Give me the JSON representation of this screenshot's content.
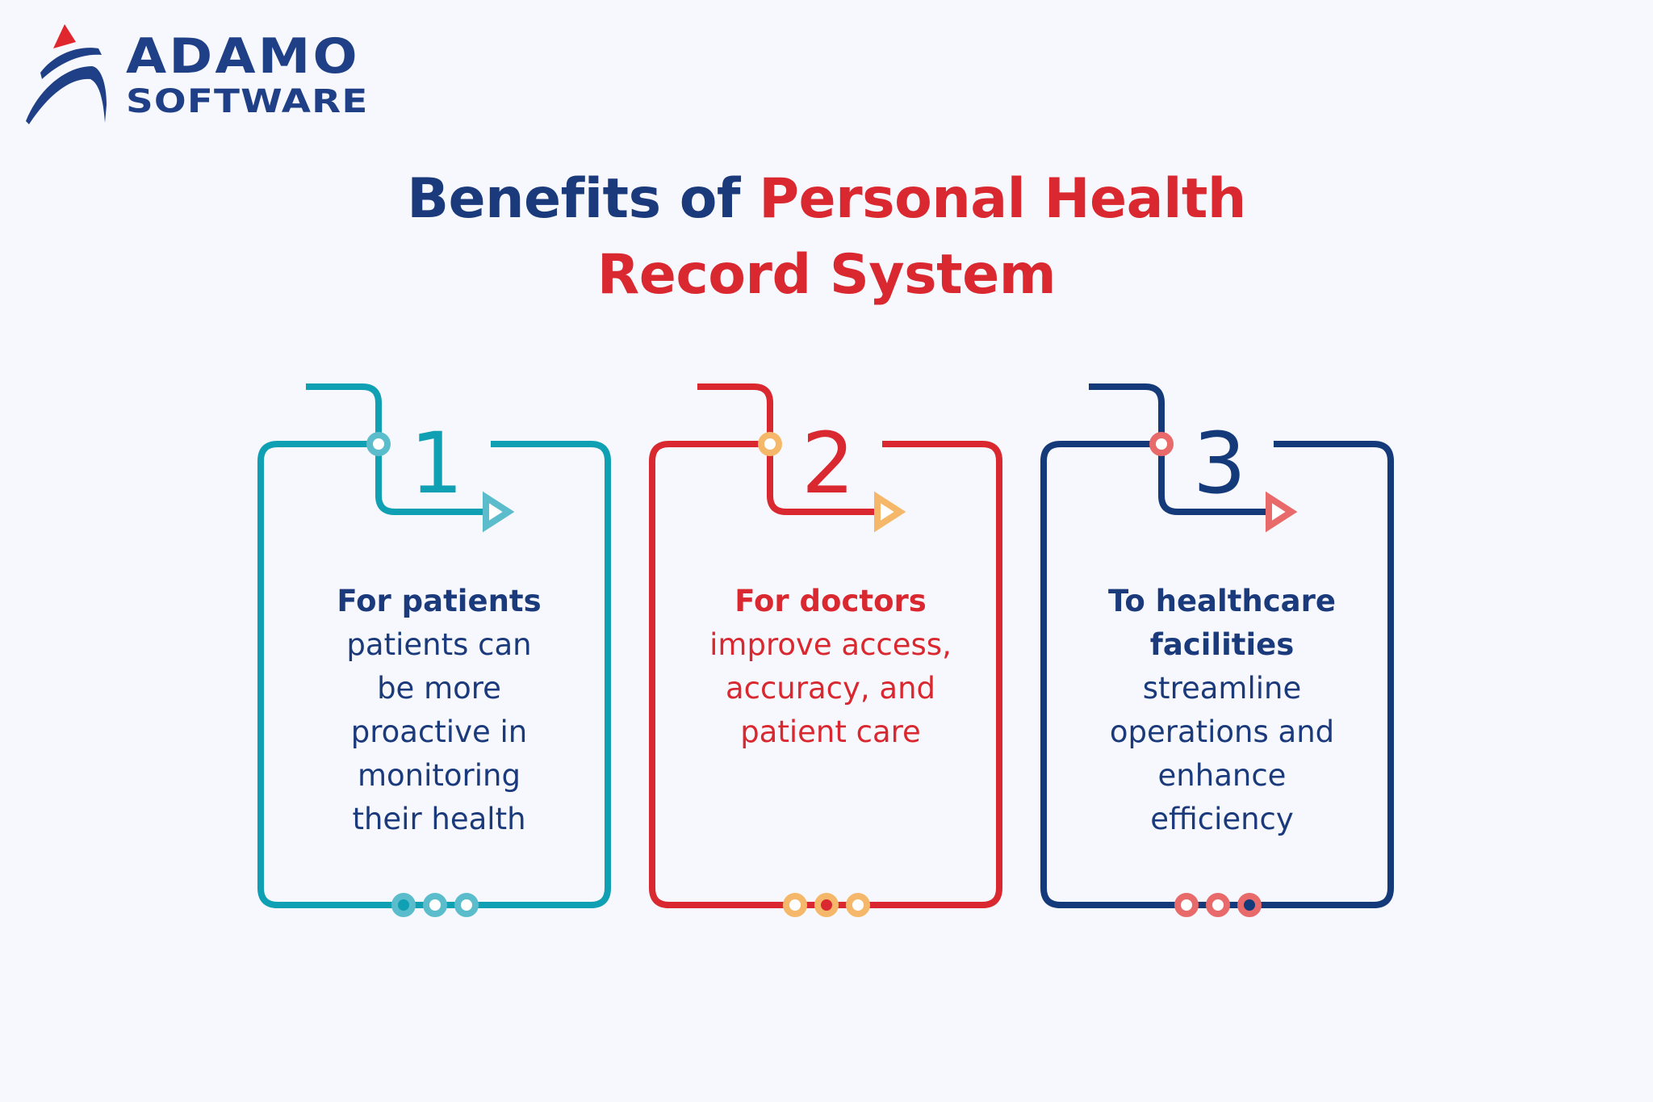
{
  "brand": {
    "name_line1": "ADAMO",
    "name_line2": "SOFTWARE",
    "icon": "adamo-logo-icon",
    "colors": {
      "navy": "#1f3f86",
      "red": "#e0272e"
    }
  },
  "title": {
    "part1": "Benefits of ",
    "part2": "Personal Health",
    "line2": "Record System",
    "colors": {
      "part1": "#1a3a7c",
      "part2": "#d9282f"
    }
  },
  "cards": [
    {
      "number": "1",
      "heading": "For patients",
      "body": "patients can be more proactive in monitoring their health",
      "colors": {
        "line": "#0fa0b3",
        "accent": "#5bbccb",
        "text": "#1a3a7c",
        "heading": "#1a3a7c"
      },
      "active_dot": 0
    },
    {
      "number": "2",
      "heading": "For doctors",
      "body": "improve access, accuracy, and patient care",
      "colors": {
        "line": "#d9282f",
        "accent": "#f5b86a",
        "text": "#d9282f",
        "heading": "#d9282f"
      },
      "active_dot": 1
    },
    {
      "number": "3",
      "heading": "To healthcare facilities",
      "body": "streamline operations and enhance efficiency",
      "colors": {
        "line": "#153a7a",
        "accent": "#e86a6a",
        "text": "#1a3a7c",
        "heading": "#1a3a7c"
      },
      "active_dot": 2
    }
  ]
}
